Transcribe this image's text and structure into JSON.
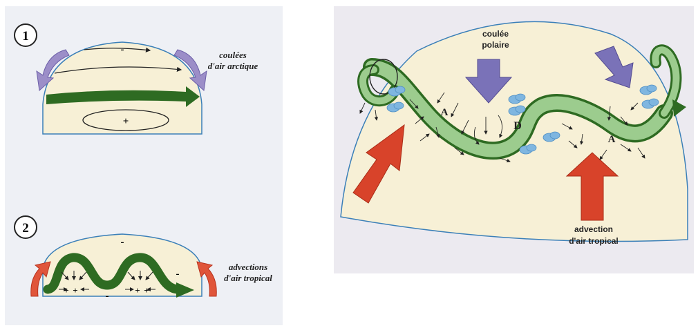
{
  "panel1": {
    "number": "1",
    "caption_line1": "coulées",
    "caption_line2": "d'air arctique",
    "sign_minus": "-",
    "sign_plus": "+"
  },
  "panel2": {
    "number": "2",
    "caption_line1": "advections",
    "caption_line2": "d'air tropical",
    "sign_minus": "-",
    "sign_plus": "+"
  },
  "right": {
    "polar_label_line1": "coulée",
    "polar_label_line2": "polaire",
    "tropical_label_line1": "advection",
    "tropical_label_line2": "d'air tropical",
    "anticyclone": "A",
    "depression": "D"
  },
  "colors": {
    "dome_fill": "#f7f0d6",
    "dome_outline": "#3a7fb8",
    "jet_dark_green": "#2e6b22",
    "jet_light_green": "#8fbf82",
    "polar_purple": "#7a72b8",
    "tropical_red": "#d8432a",
    "cloud_blue": "#7fb6e0"
  }
}
